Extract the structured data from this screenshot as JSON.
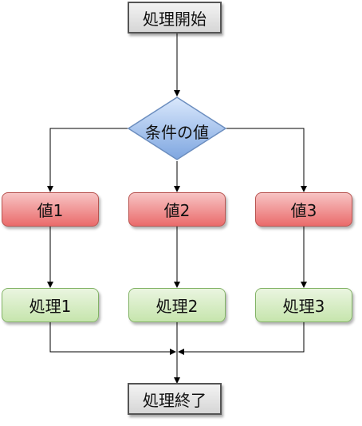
{
  "nodes": {
    "start": "処理開始",
    "condition": "条件の値",
    "value_1": "値1",
    "value_2": "値2",
    "value_3": "値3",
    "process_1": "処理1",
    "process_2": "処理2",
    "process_3": "処理3",
    "end": "処理終了"
  },
  "colors": {
    "value_fill": "#ea6b6b",
    "process_fill": "#c6e5ad",
    "decision_fill": "#7ea6e0",
    "terminal_fill": "#d6d6d6"
  }
}
